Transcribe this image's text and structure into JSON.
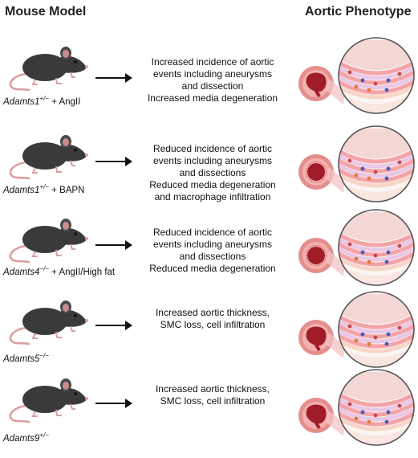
{
  "headers": {
    "left": "Mouse Model",
    "right": "Aortic Phenotype"
  },
  "rows": [
    {
      "gene": "Adamts1",
      "genotype": "+/−",
      "treatment": " + AngII",
      "lines": [
        "Increased incidence of aortic",
        "events including aneurysms",
        "and dissection",
        "Increased media degeneration"
      ],
      "lesion": "aneurysm"
    },
    {
      "gene": "Adamts1",
      "genotype": "+/−",
      "treatment": " + BAPN",
      "lines": [
        "Reduced incidence of aortic",
        "events including aneurysms",
        "and dissections",
        "Reduced media degeneration",
        "and macrophage infiltration"
      ],
      "lesion": "protected"
    },
    {
      "gene": "Adamts4",
      "genotype": "−/−",
      "treatment": " + AngII/High fat",
      "lines": [
        "Reduced incidence of aortic",
        "events including aneurysms",
        "and dissections",
        "Reduced media degeneration"
      ],
      "lesion": "protected"
    },
    {
      "gene": "Adamts5",
      "genotype": "−/−",
      "treatment": "",
      "lines": [
        "Increased aortic thickness,",
        "SMC loss, cell infiltration"
      ],
      "lesion": "aneurysm"
    },
    {
      "gene": "Adamts9",
      "genotype": "+/−",
      "treatment": "",
      "lines": [
        "Increased aortic thickness,",
        "SMC loss, cell infiltration"
      ],
      "lesion": "aneurysm"
    }
  ],
  "colors": {
    "mouse_body": "#3a3a3c",
    "mouse_tail": "#d9a0a0",
    "vessel_outer": "#e58e8e",
    "vessel_lumen": "#a01c28",
    "lens_border": "#555555"
  }
}
